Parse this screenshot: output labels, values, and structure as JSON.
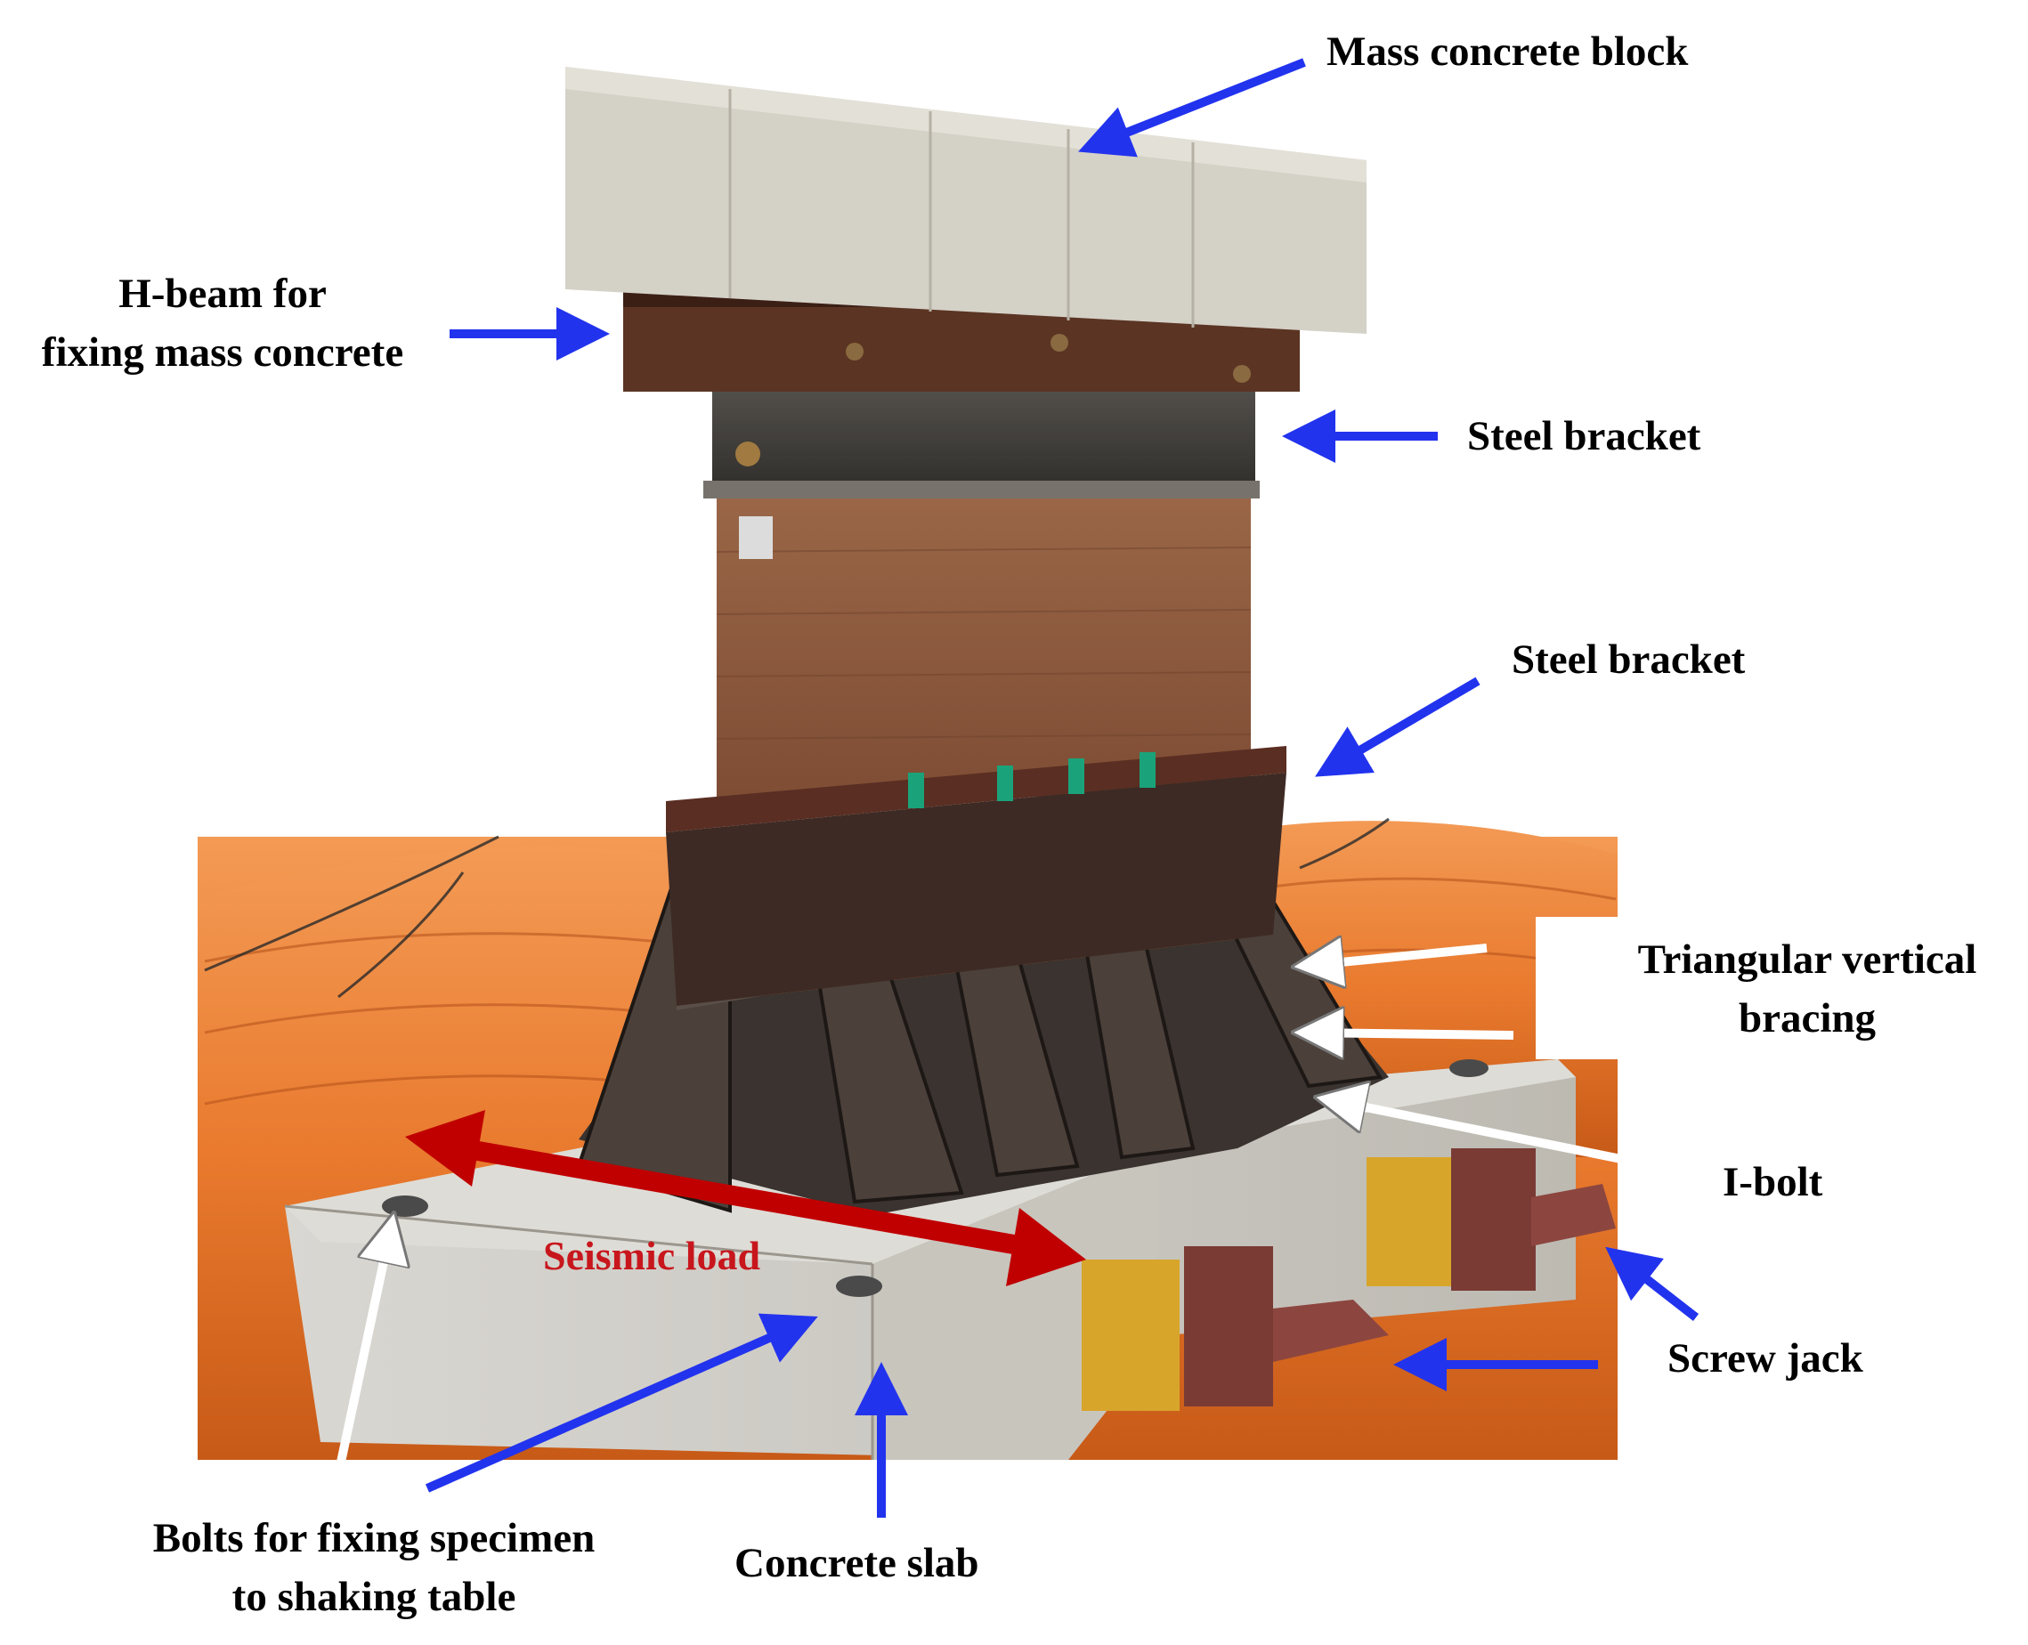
{
  "colors": {
    "arrow_blue": "#2233ee",
    "arrow_white": "#ffffff",
    "seismic_arrow_red": "#c00000",
    "seismic_text_red": "#c8161d",
    "label_text": "#000000",
    "airbag_orange": "#e97a2e",
    "concrete": "#cfcdc7",
    "wall_earth": "#8d5a3d",
    "steel_dark": "#3b2b27"
  },
  "labels": {
    "mass_concrete_block": "Mass concrete block",
    "h_beam": {
      "line1": "H-beam for",
      "line2": "fixing mass concrete"
    },
    "steel_bracket_top": "Steel bracket",
    "steel_bracket_bottom": "Steel bracket",
    "triangular_bracing": {
      "line1": "Triangular vertical",
      "line2": "bracing"
    },
    "i_bolt": "I-bolt",
    "seismic_load": "Seismic load",
    "screw_jack": "Screw jack",
    "bolts_fixing": {
      "line1": "Bolts for fixing specimen",
      "line2": "to shaking table"
    },
    "concrete_slab": "Concrete slab"
  }
}
